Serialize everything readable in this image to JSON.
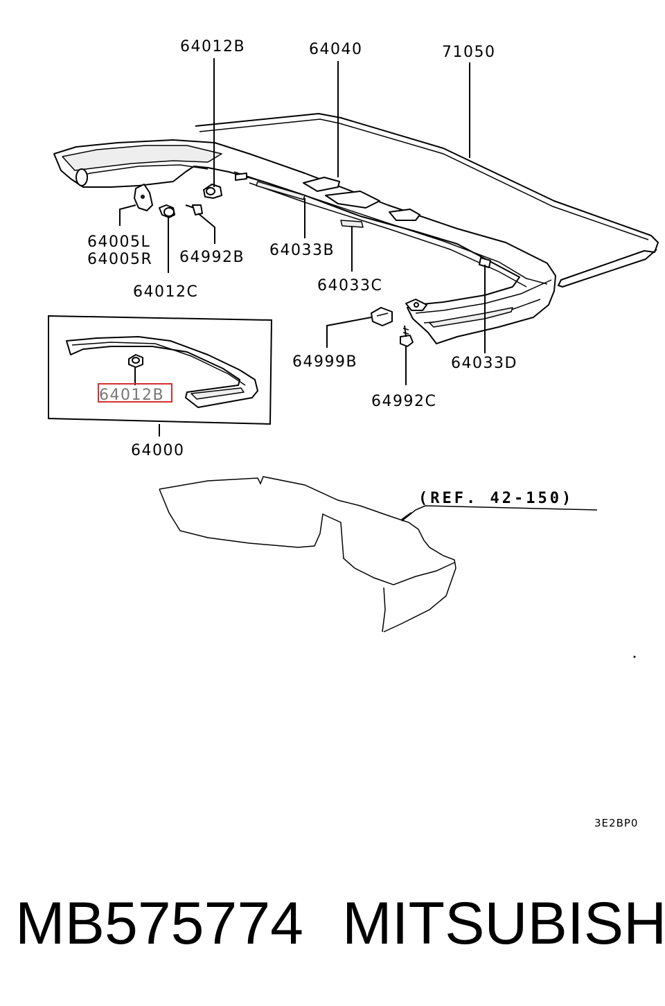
{
  "labels": {
    "p64012B_top": "64012B",
    "p64040": "64040",
    "p71050": "71050",
    "p64005L": "64005L",
    "p64005R": "64005R",
    "p64992B": "64992B",
    "p64033B": "64033B",
    "p64012C": "64012C",
    "p64033C": "64033C",
    "p64999B": "64999B",
    "p64033D": "64033D",
    "p64992C": "64992C",
    "p64012B_inset": "64012B",
    "p64000": "64000",
    "ref": "(REF. 42-150)",
    "code": "3E2BP0"
  },
  "highlight_color": "#d32f2f",
  "footer": {
    "part_number": "MB575774",
    "brand": "MITSUBISHI"
  }
}
